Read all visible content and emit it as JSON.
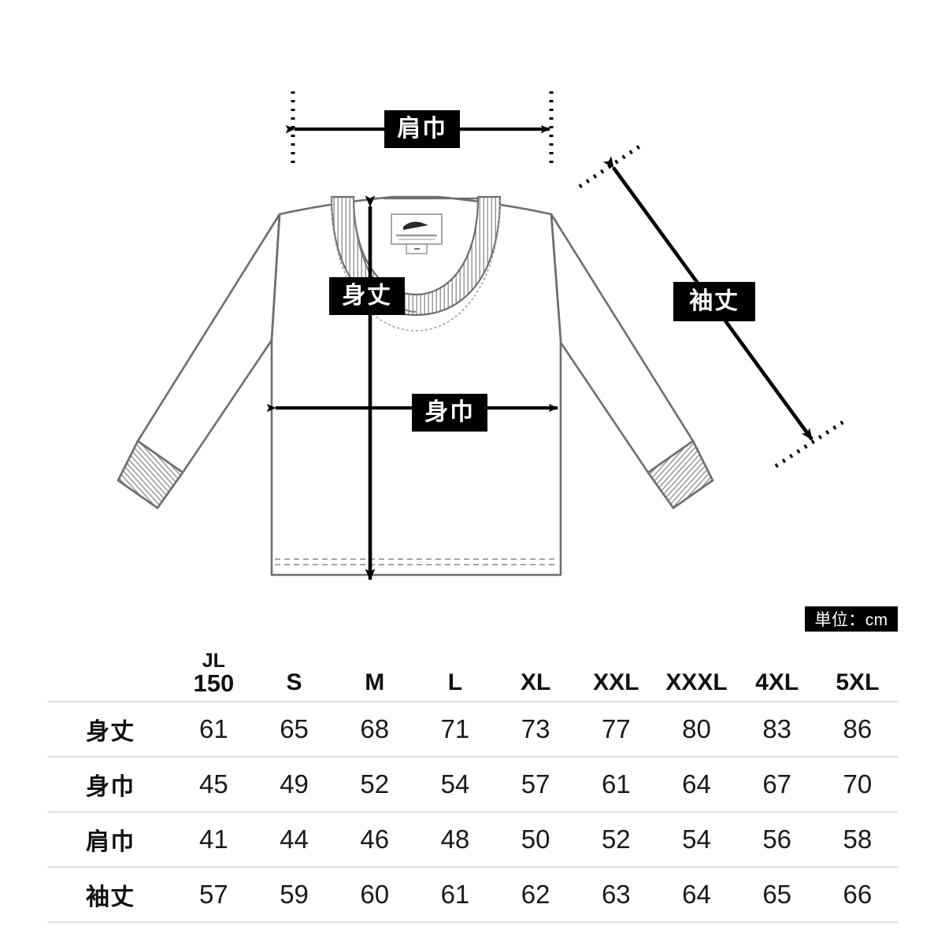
{
  "diagram": {
    "garment": "long-sleeve-t-shirt",
    "measure_labels": {
      "shoulder_width": "肩巾",
      "body_length": "身丈",
      "body_width": "身巾",
      "sleeve_length": "袖丈"
    }
  },
  "unit_badge": "単位：cm",
  "chart_data": {
    "type": "table",
    "title": "",
    "unit": "cm",
    "columns": [
      {
        "main": "150",
        "sub": "JL"
      },
      {
        "main": "S",
        "sub": ""
      },
      {
        "main": "M",
        "sub": ""
      },
      {
        "main": "L",
        "sub": ""
      },
      {
        "main": "XL",
        "sub": ""
      },
      {
        "main": "XXL",
        "sub": ""
      },
      {
        "main": "XXXL",
        "sub": ""
      },
      {
        "main": "4XL",
        "sub": ""
      },
      {
        "main": "5XL",
        "sub": ""
      }
    ],
    "categories": [
      "JL 150",
      "S",
      "M",
      "L",
      "XL",
      "XXL",
      "XXXL",
      "4XL",
      "5XL"
    ],
    "series": [
      {
        "name": "身丈",
        "values": [
          61,
          65,
          68,
          71,
          73,
          77,
          80,
          83,
          86
        ]
      },
      {
        "name": "身巾",
        "values": [
          45,
          49,
          52,
          54,
          57,
          61,
          64,
          67,
          70
        ]
      },
      {
        "name": "肩巾",
        "values": [
          41,
          44,
          46,
          48,
          50,
          52,
          54,
          56,
          58
        ]
      },
      {
        "name": "袖丈",
        "values": [
          57,
          59,
          60,
          61,
          62,
          63,
          64,
          65,
          66
        ]
      }
    ]
  },
  "colors": {
    "ink": "#1a1a1a",
    "garment_outline": "#6e6e6e",
    "rule": "#e2e2e2",
    "badge_bg": "#000000",
    "badge_text": "#ffffff"
  }
}
